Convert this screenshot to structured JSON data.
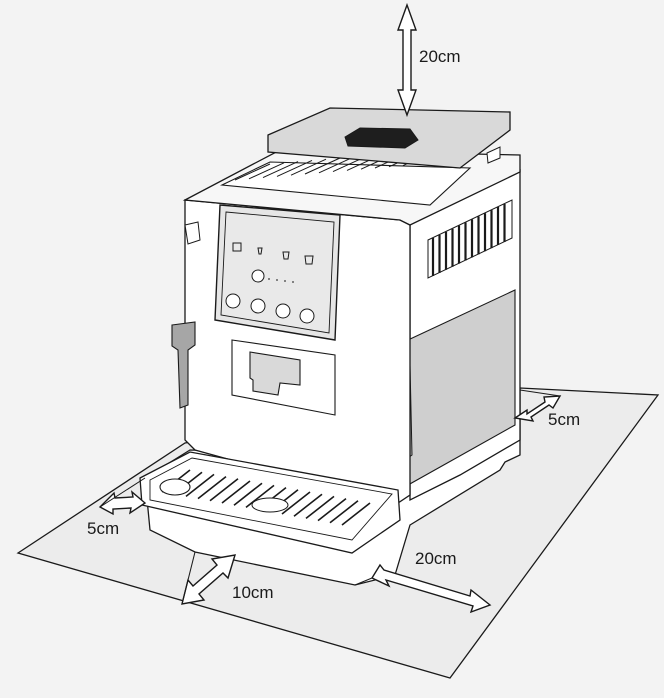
{
  "labels": {
    "top_clearance": "20cm",
    "right_clearance": "5cm",
    "left_clearance": "5cm",
    "front_clearance": "10cm",
    "side_clearance": "20cm"
  },
  "colors": {
    "background": "#f3f3f3",
    "line": "#1a1a1a",
    "machine_body": "#ffffff",
    "machine_light_gray": "#d9d9d9",
    "machine_mid_gray": "#a6a6a6",
    "machine_dark": "#1e1e1e",
    "panel_face": "#e6e6e6",
    "side_window": "#cfcfcf"
  }
}
